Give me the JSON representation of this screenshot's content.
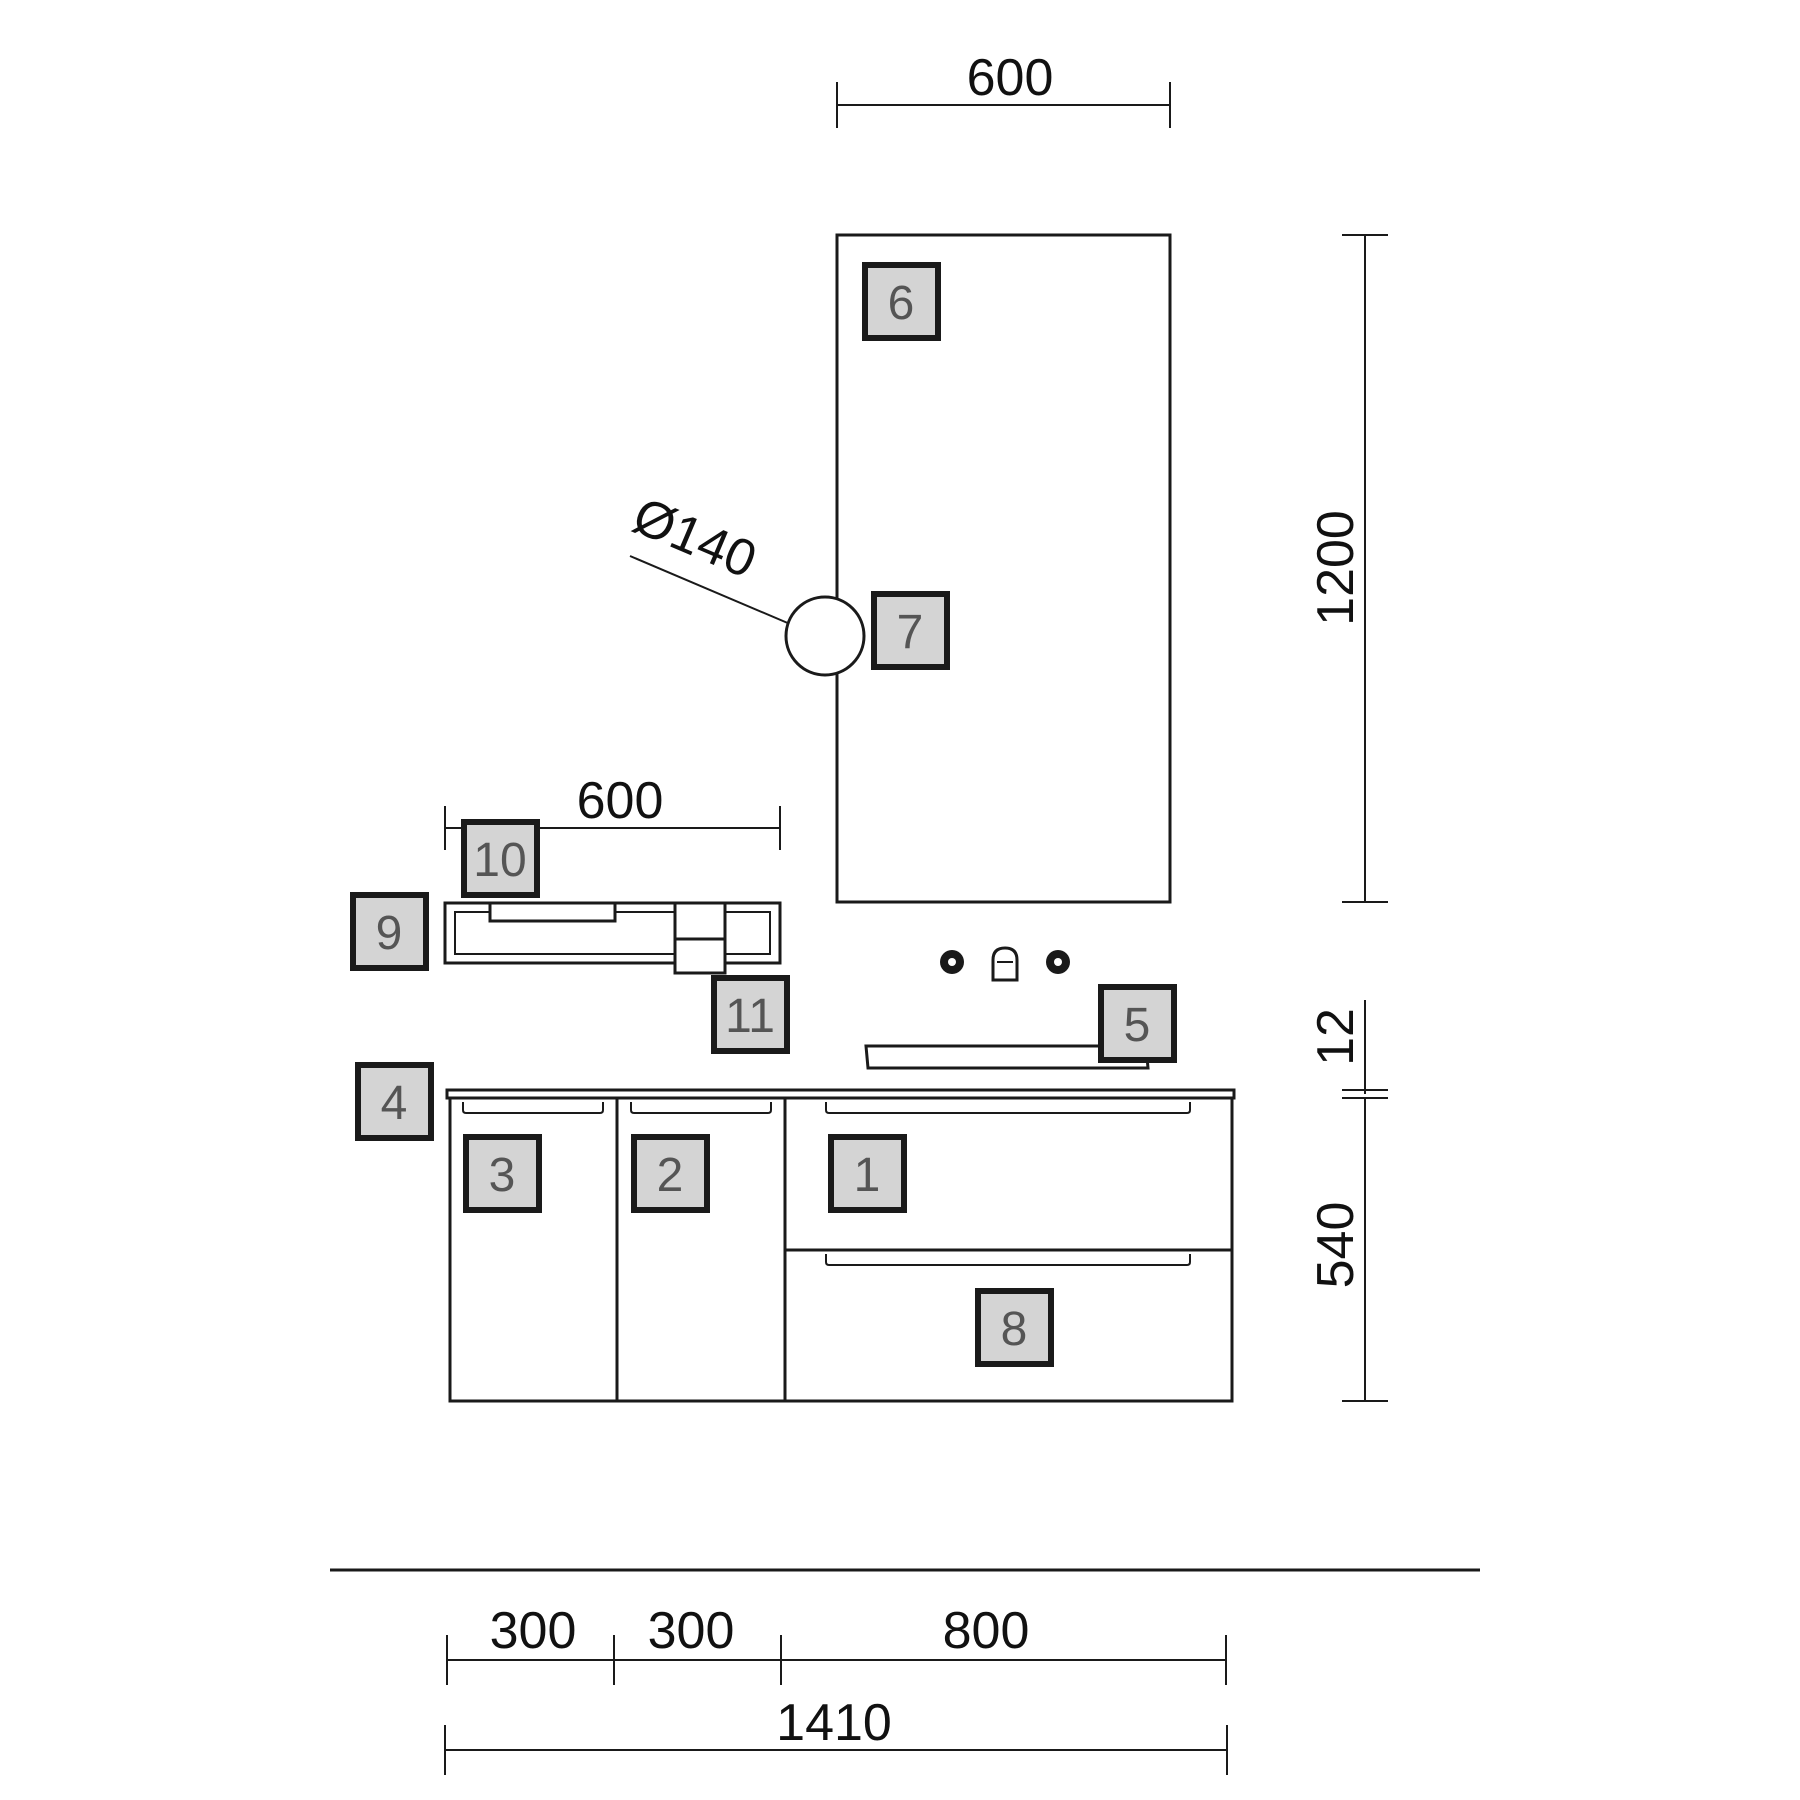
{
  "dimensions": {
    "mirror_width": "600",
    "mirror_height": "1200",
    "lamp_diameter": "Ø140",
    "shelf_width": "600",
    "top_thickness": "12",
    "cabinet_height": "540",
    "bottom_left": "300",
    "bottom_middle": "300",
    "bottom_right": "800",
    "bottom_total": "1410"
  },
  "callouts": {
    "c1": "1",
    "c2": "2",
    "c3": "3",
    "c4": "4",
    "c5": "5",
    "c6": "6",
    "c7": "7",
    "c8": "8",
    "c9": "9",
    "c10": "10",
    "c11": "11"
  },
  "colors": {
    "line": "#1a1a1a",
    "callout_fill": "#d4d4d4",
    "callout_text": "#555555"
  }
}
